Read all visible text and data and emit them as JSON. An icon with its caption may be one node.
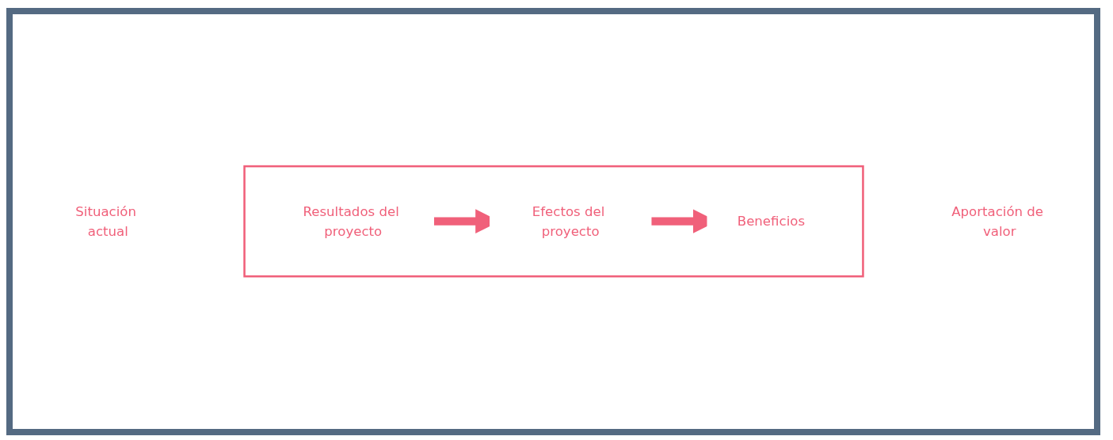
{
  "diagram": {
    "nodes": [
      {
        "text": [
          "Situación actual"
        ]
      },
      {
        "text": [],
        "shape": "arrow"
      },
      {
        "text": [
          "Resultados del proyecto"
        ],
        "in": 1
      },
      {
        "text": [
          "Efectos del proyecto"
        ],
        "in": 1
      },
      {
        "text": [
          "Beneficios"
        ],
        "in": 1
      },
      {
        "text": [
          "Aportación de valor"
        ]
      }
    ],
    "edges": [
      {
        "from": 2,
        "to": 3,
        "arrow": "to"
      },
      {
        "from": 3,
        "to": 4,
        "arrow": "to"
      }
    ]
  }
}
